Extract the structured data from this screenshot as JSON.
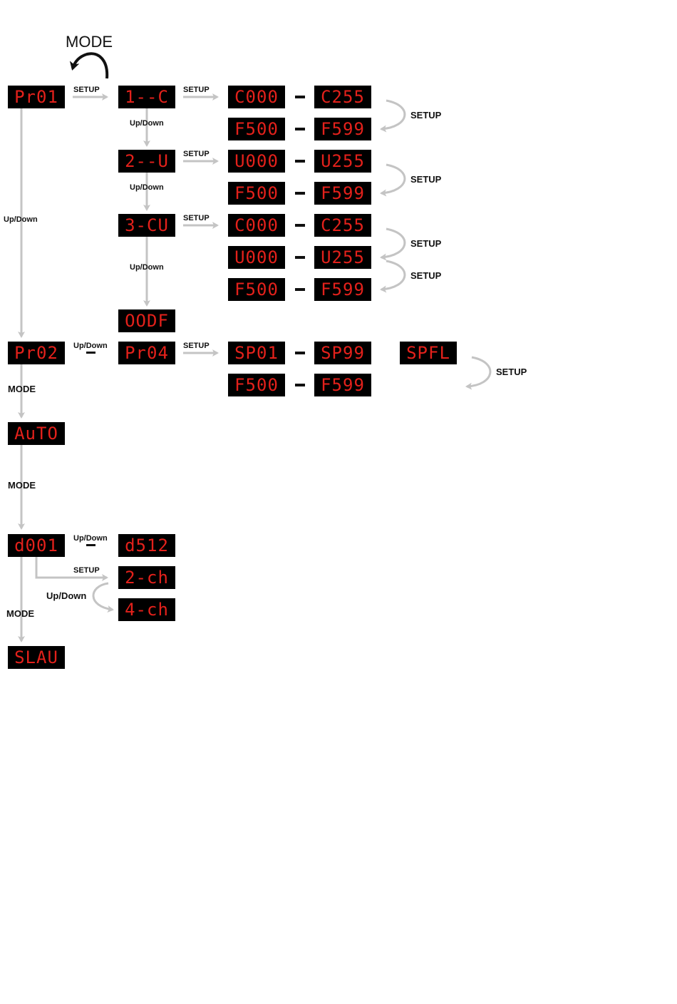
{
  "title": "MODE",
  "colors": {
    "display_bg": "#000000",
    "segment": "#e3211b",
    "arrow": "#c4c4c4",
    "mode_arrow": "#111111"
  },
  "displays": {
    "pr01": "Pr01",
    "c1": "1--C",
    "c1_min": "C000",
    "c1_max": "C255",
    "f1_min": "F500",
    "f1_max": "F599",
    "u2": "2--U",
    "u2_min": "U000",
    "u2_max": "U255",
    "f2_min": "F500",
    "f2_max": "F599",
    "cu3": "3-CU",
    "cu3_cmin": "C000",
    "cu3_cmax": "C255",
    "cu3_umin": "U000",
    "cu3_umax": "U255",
    "f3_min": "F500",
    "f3_max": "F599",
    "oodf": "OODF",
    "pr02": "Pr02",
    "pr04": "Pr04",
    "sp_min": "SP01",
    "sp_max": "SP99",
    "spfl": "SPFL",
    "f4_min": "F500",
    "f4_max": "F599",
    "auto": "AuTO",
    "d001": "d001",
    "d512": "d512",
    "ch2": "2-ch",
    "ch4": "4-ch",
    "slav": "SLAU"
  },
  "labels": {
    "setup": "SETUP",
    "updown": "Up/Down",
    "mode": "MODE"
  }
}
